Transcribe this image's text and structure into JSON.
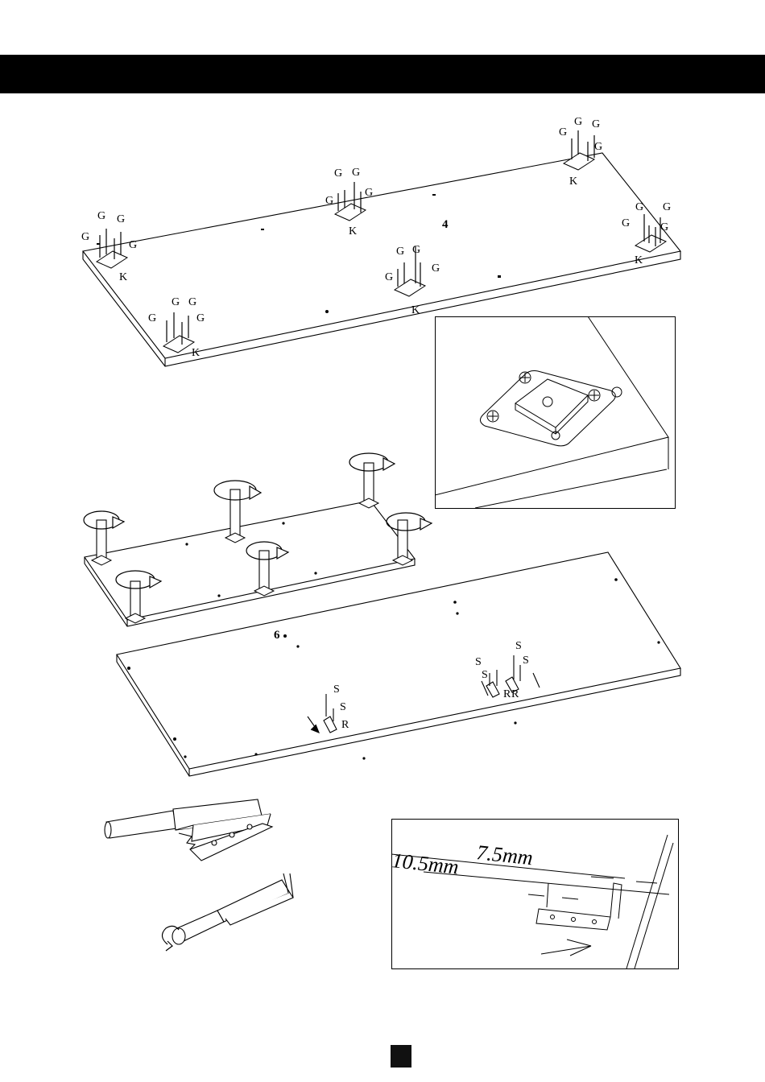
{
  "labels": {
    "screw": "G",
    "bracket": "K",
    "panel_top": "4",
    "panel_bottom": "6",
    "cam_screw": "S",
    "cam": "R"
  },
  "dimensions": {
    "inner": "7.5mm",
    "outer": "10.5mm"
  },
  "colors": {
    "header_bar": "#000000",
    "line": "#000000",
    "page_marker": "#111111"
  }
}
